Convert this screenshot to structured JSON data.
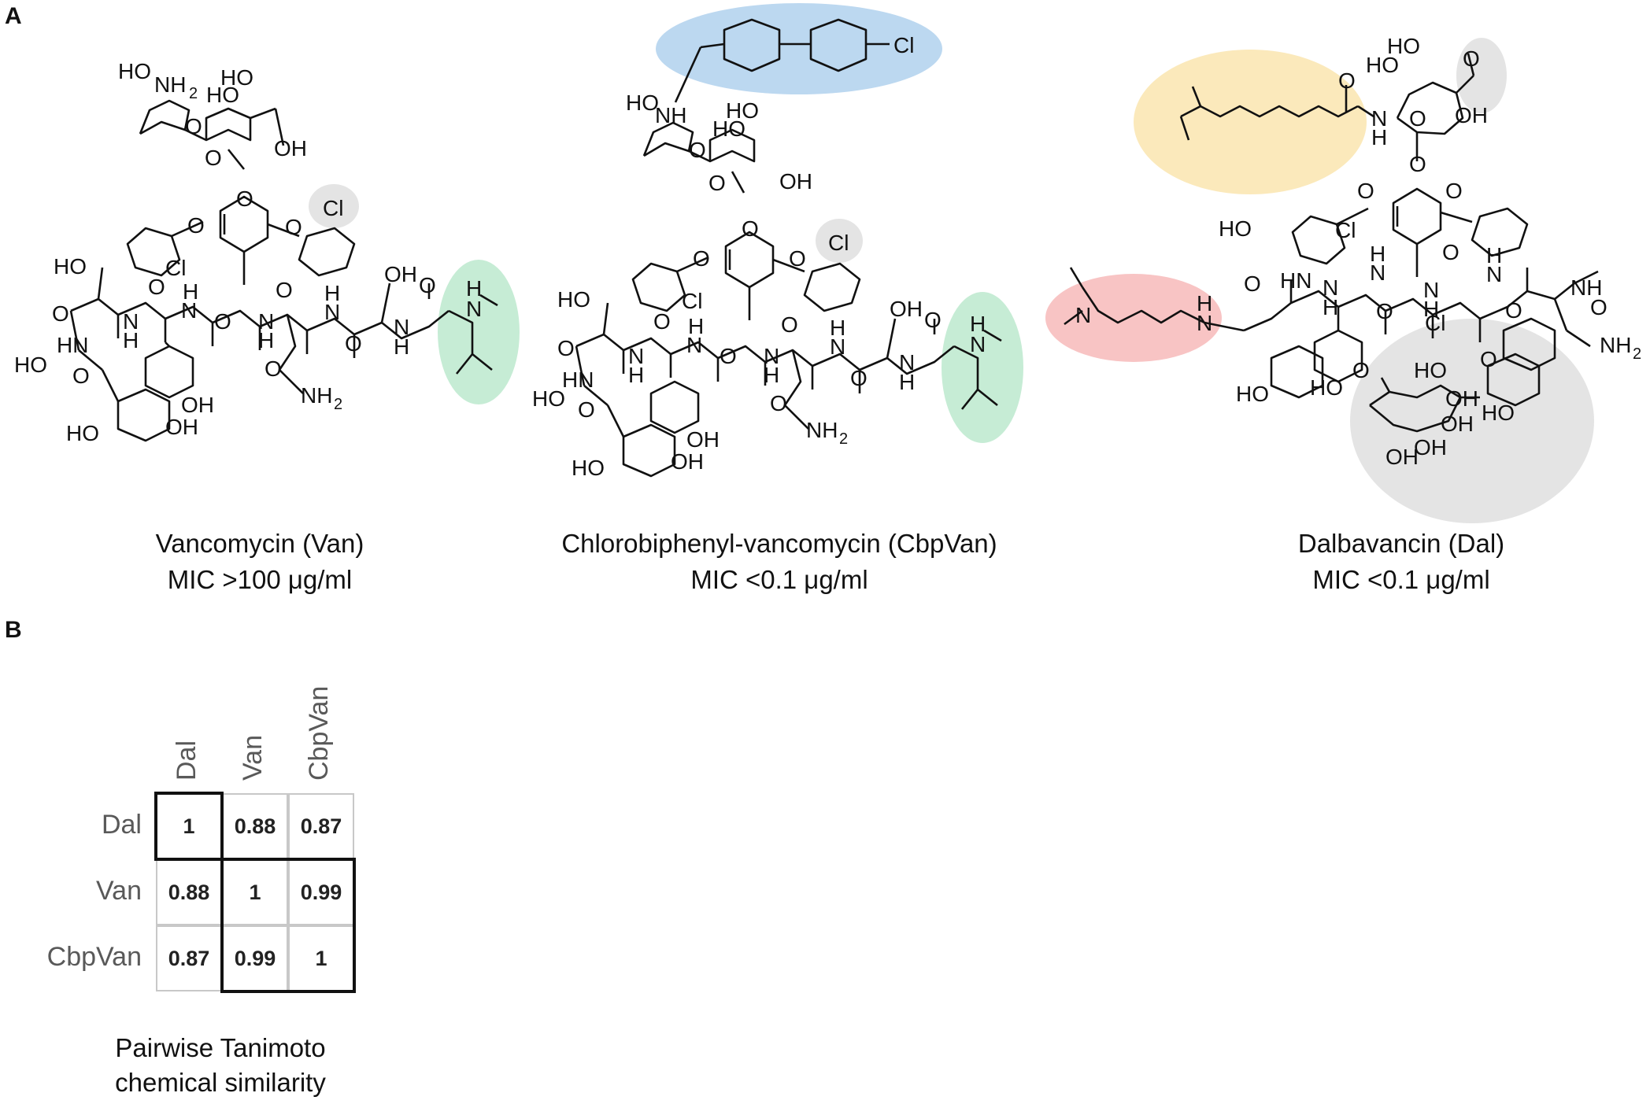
{
  "panels": {
    "a": "A",
    "b": "B"
  },
  "highlight_colors": {
    "blue": "#bcd8f0",
    "green": "#c6ecd5",
    "gray": "#e4e4e4",
    "yellow": "#fbe9bb",
    "red": "#f8c4c4"
  },
  "molecules": [
    {
      "name": "Vancomycin (Van)",
      "mic": "MIC >100 μg/ml"
    },
    {
      "name": "Chlorobiphenyl-vancomycin (CbpVan)",
      "mic": "MIC <0.1 μg/ml"
    },
    {
      "name": "Dalbavancin (Dal)",
      "mic": "MIC <0.1 μg/ml"
    }
  ],
  "atoms": {
    "ho": "HO",
    "oh": "OH",
    "o": "O",
    "n": "N",
    "h": "H",
    "nh": "NH",
    "hn": "HN",
    "nh2_main": "NH",
    "sub2": "2",
    "cl": "Cl",
    "nh_methyl": "N",
    "h_small": "H",
    "cooh_o": "O",
    "nme2": "N"
  },
  "matrix": {
    "row_labels": [
      "Dal",
      "Van",
      "CbpVan"
    ],
    "col_labels": [
      "Dal",
      "Van",
      "CbpVan"
    ],
    "values": [
      [
        "1",
        "0.88",
        "0.87"
      ],
      [
        "0.88",
        "1",
        "0.99"
      ],
      [
        "0.87",
        "0.99",
        "1"
      ]
    ],
    "caption_line1": "Pairwise Tanimoto",
    "caption_line2": "chemical similarity"
  },
  "chart_data": {
    "type": "heatmap",
    "title": "",
    "rows": [
      "Dal",
      "Van",
      "CbpVan"
    ],
    "columns": [
      "Dal",
      "Van",
      "CbpVan"
    ],
    "values": [
      [
        1,
        0.88,
        0.87
      ],
      [
        0.88,
        1,
        0.99
      ],
      [
        0.87,
        0.99,
        1
      ]
    ],
    "caption": "Pairwise Tanimoto chemical similarity"
  }
}
